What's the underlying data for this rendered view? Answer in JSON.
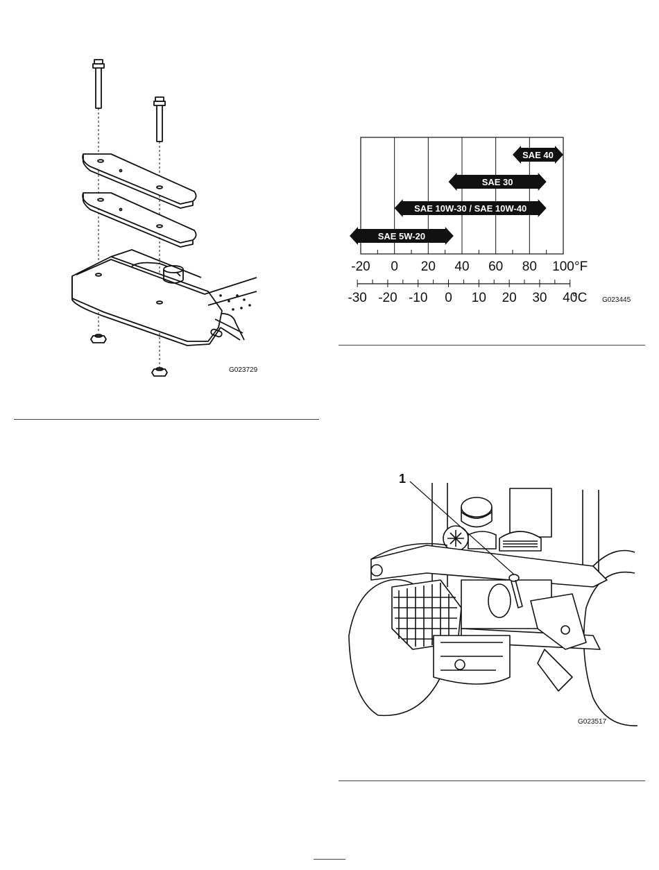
{
  "figure_left": {
    "code": "G023729"
  },
  "oil_chart": {
    "code": "G023445",
    "bars": [
      "SAE 40",
      "SAE 30",
      "SAE 10W-30 / SAE 10W-40",
      "SAE 5W-20"
    ],
    "fahrenheit_ticks": [
      "-20",
      "0",
      "20",
      "40",
      "60",
      "80",
      "100"
    ],
    "fahrenheit_unit": "°F",
    "celsius_ticks": [
      "-30",
      "-20",
      "-10",
      "0",
      "10",
      "20",
      "30",
      "40"
    ],
    "celsius_unit": "°C"
  },
  "chart_data": {
    "type": "table",
    "title": "",
    "series": [
      {
        "name": "SAE 40",
        "range_f": [
          70,
          100
        ]
      },
      {
        "name": "SAE 30",
        "range_f": [
          32,
          90
        ]
      },
      {
        "name": "SAE 10W-30 / SAE 10W-40",
        "range_f": [
          0,
          90
        ]
      },
      {
        "name": "SAE 5W-20",
        "range_f": [
          -20,
          35
        ]
      }
    ],
    "x_ticks_f": [
      -20,
      0,
      20,
      40,
      60,
      80,
      100
    ],
    "x_ticks_c": [
      -30,
      -20,
      -10,
      0,
      10,
      20,
      30,
      40
    ],
    "xlim_f": [
      -20,
      100
    ]
  },
  "figure_right": {
    "callout": "1",
    "code": "G023517"
  }
}
